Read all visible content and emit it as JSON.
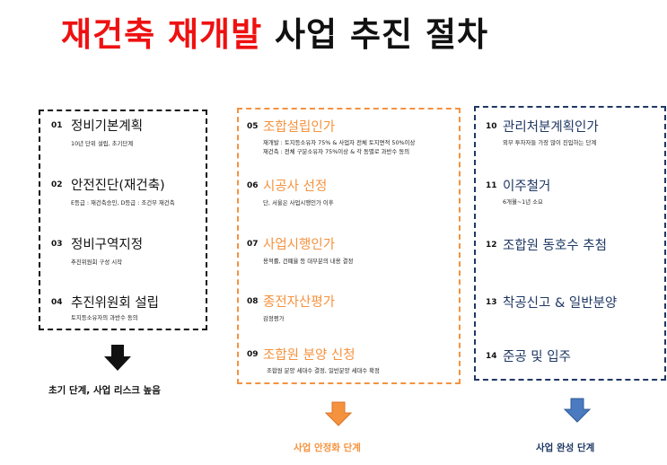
{
  "title": {
    "highlight": "재건축 재개발",
    "rest": "사업 추진 절차"
  },
  "colors": {
    "highlight": "#ee1111",
    "phase1": "#111111",
    "phase2": "#f5923e",
    "phase3": "#1f3864"
  },
  "phases": [
    {
      "stage_label": "초기 단계, 사업 리스크 높음",
      "steps": [
        {
          "num": "01",
          "label": "정비기본계획",
          "desc": [
            "10년 단위 설립, 초기단계"
          ]
        },
        {
          "num": "02",
          "label": "안전진단(재건축)",
          "desc": [
            "E등급 : 재건축승인, D등급 : 조건부 재건축"
          ]
        },
        {
          "num": "03",
          "label": "정비구역지정",
          "desc": [
            "추진위원회 구성 시작"
          ]
        },
        {
          "num": "04",
          "label": "추진위원회 설립",
          "desc": [
            "토지등소유자의 과반수 동의"
          ]
        }
      ]
    },
    {
      "stage_label": "사업 안정화 단계",
      "steps": [
        {
          "num": "05",
          "label": "조합설립인가",
          "desc": [
            "재개발 : 토지등소유자 75% & 사업자 전체 토지면적 50%이상",
            "재건축 : 전체 구분소유자 75%이상 & 각 동별로 과반수 동의"
          ]
        },
        {
          "num": "06",
          "label": "시공사 선정",
          "desc": [
            "단, 서울은 사업시행인가 이후"
          ]
        },
        {
          "num": "07",
          "label": "사업시행인가",
          "desc": [
            "용적률, 건폐율 등 대부분의 내용 결정"
          ]
        },
        {
          "num": "08",
          "label": "종전자산평가",
          "desc": [
            "감정평가"
          ]
        },
        {
          "num": "09",
          "label": "조합원 분양 신청",
          "desc": [
            "조합원 분양 세대수 결정, 일반분양 세대수 확정"
          ]
        }
      ]
    },
    {
      "stage_label": "사업 완성 단계",
      "steps": [
        {
          "num": "10",
          "label": "관리처분계획인가",
          "desc": [
            "외부 투자자들 가장 많이 진입하는 단계"
          ]
        },
        {
          "num": "11",
          "label": "이주철거",
          "desc": [
            "6개월~1년 소요"
          ]
        },
        {
          "num": "12",
          "label": "조합원 동호수 추첨",
          "desc": []
        },
        {
          "num": "13",
          "label": "착공신고 & 일반분양",
          "desc": []
        },
        {
          "num": "14",
          "label": "준공 및 입주",
          "desc": []
        }
      ]
    }
  ]
}
